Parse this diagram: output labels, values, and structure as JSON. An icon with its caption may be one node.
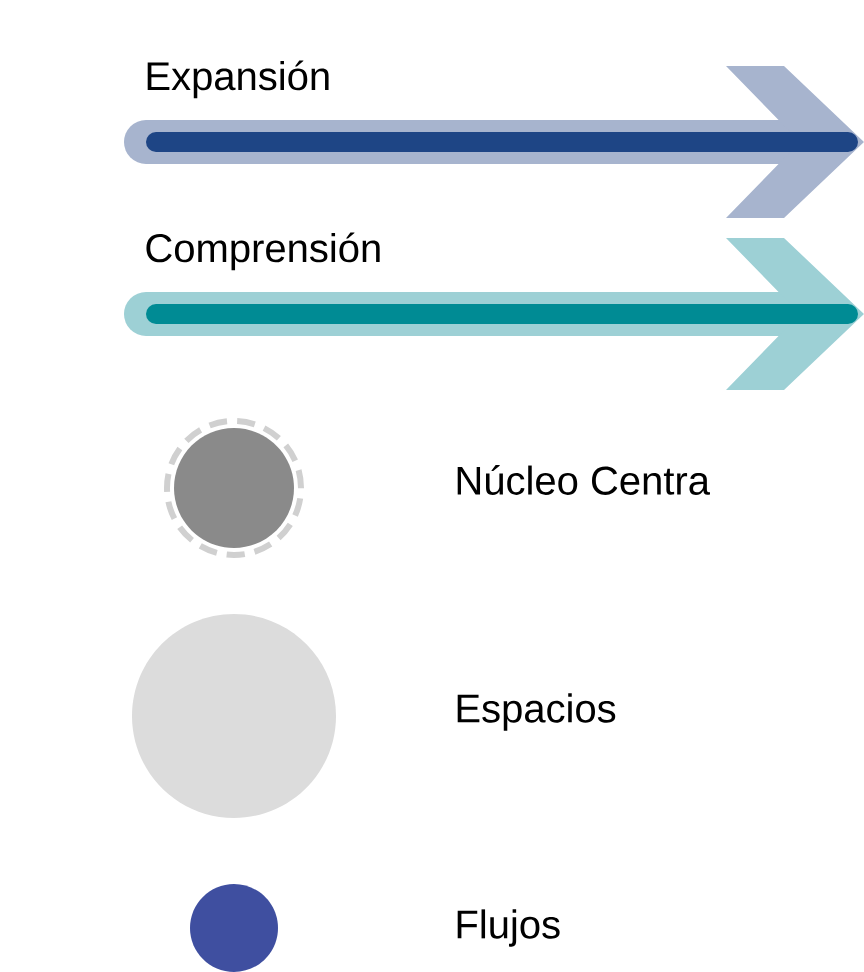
{
  "diagram": {
    "legend": [
      {
        "text": "Expansión"
      },
      {
        "text": "Comprensión"
      },
      {
        "text": "Núcleo Centra",
        "color": "#8a8a8a"
      },
      {
        "text": "Espacios",
        "color": "#dcdcdc"
      },
      {
        "text": "Flujos",
        "color": "#3f4fa0"
      }
    ]
  }
}
